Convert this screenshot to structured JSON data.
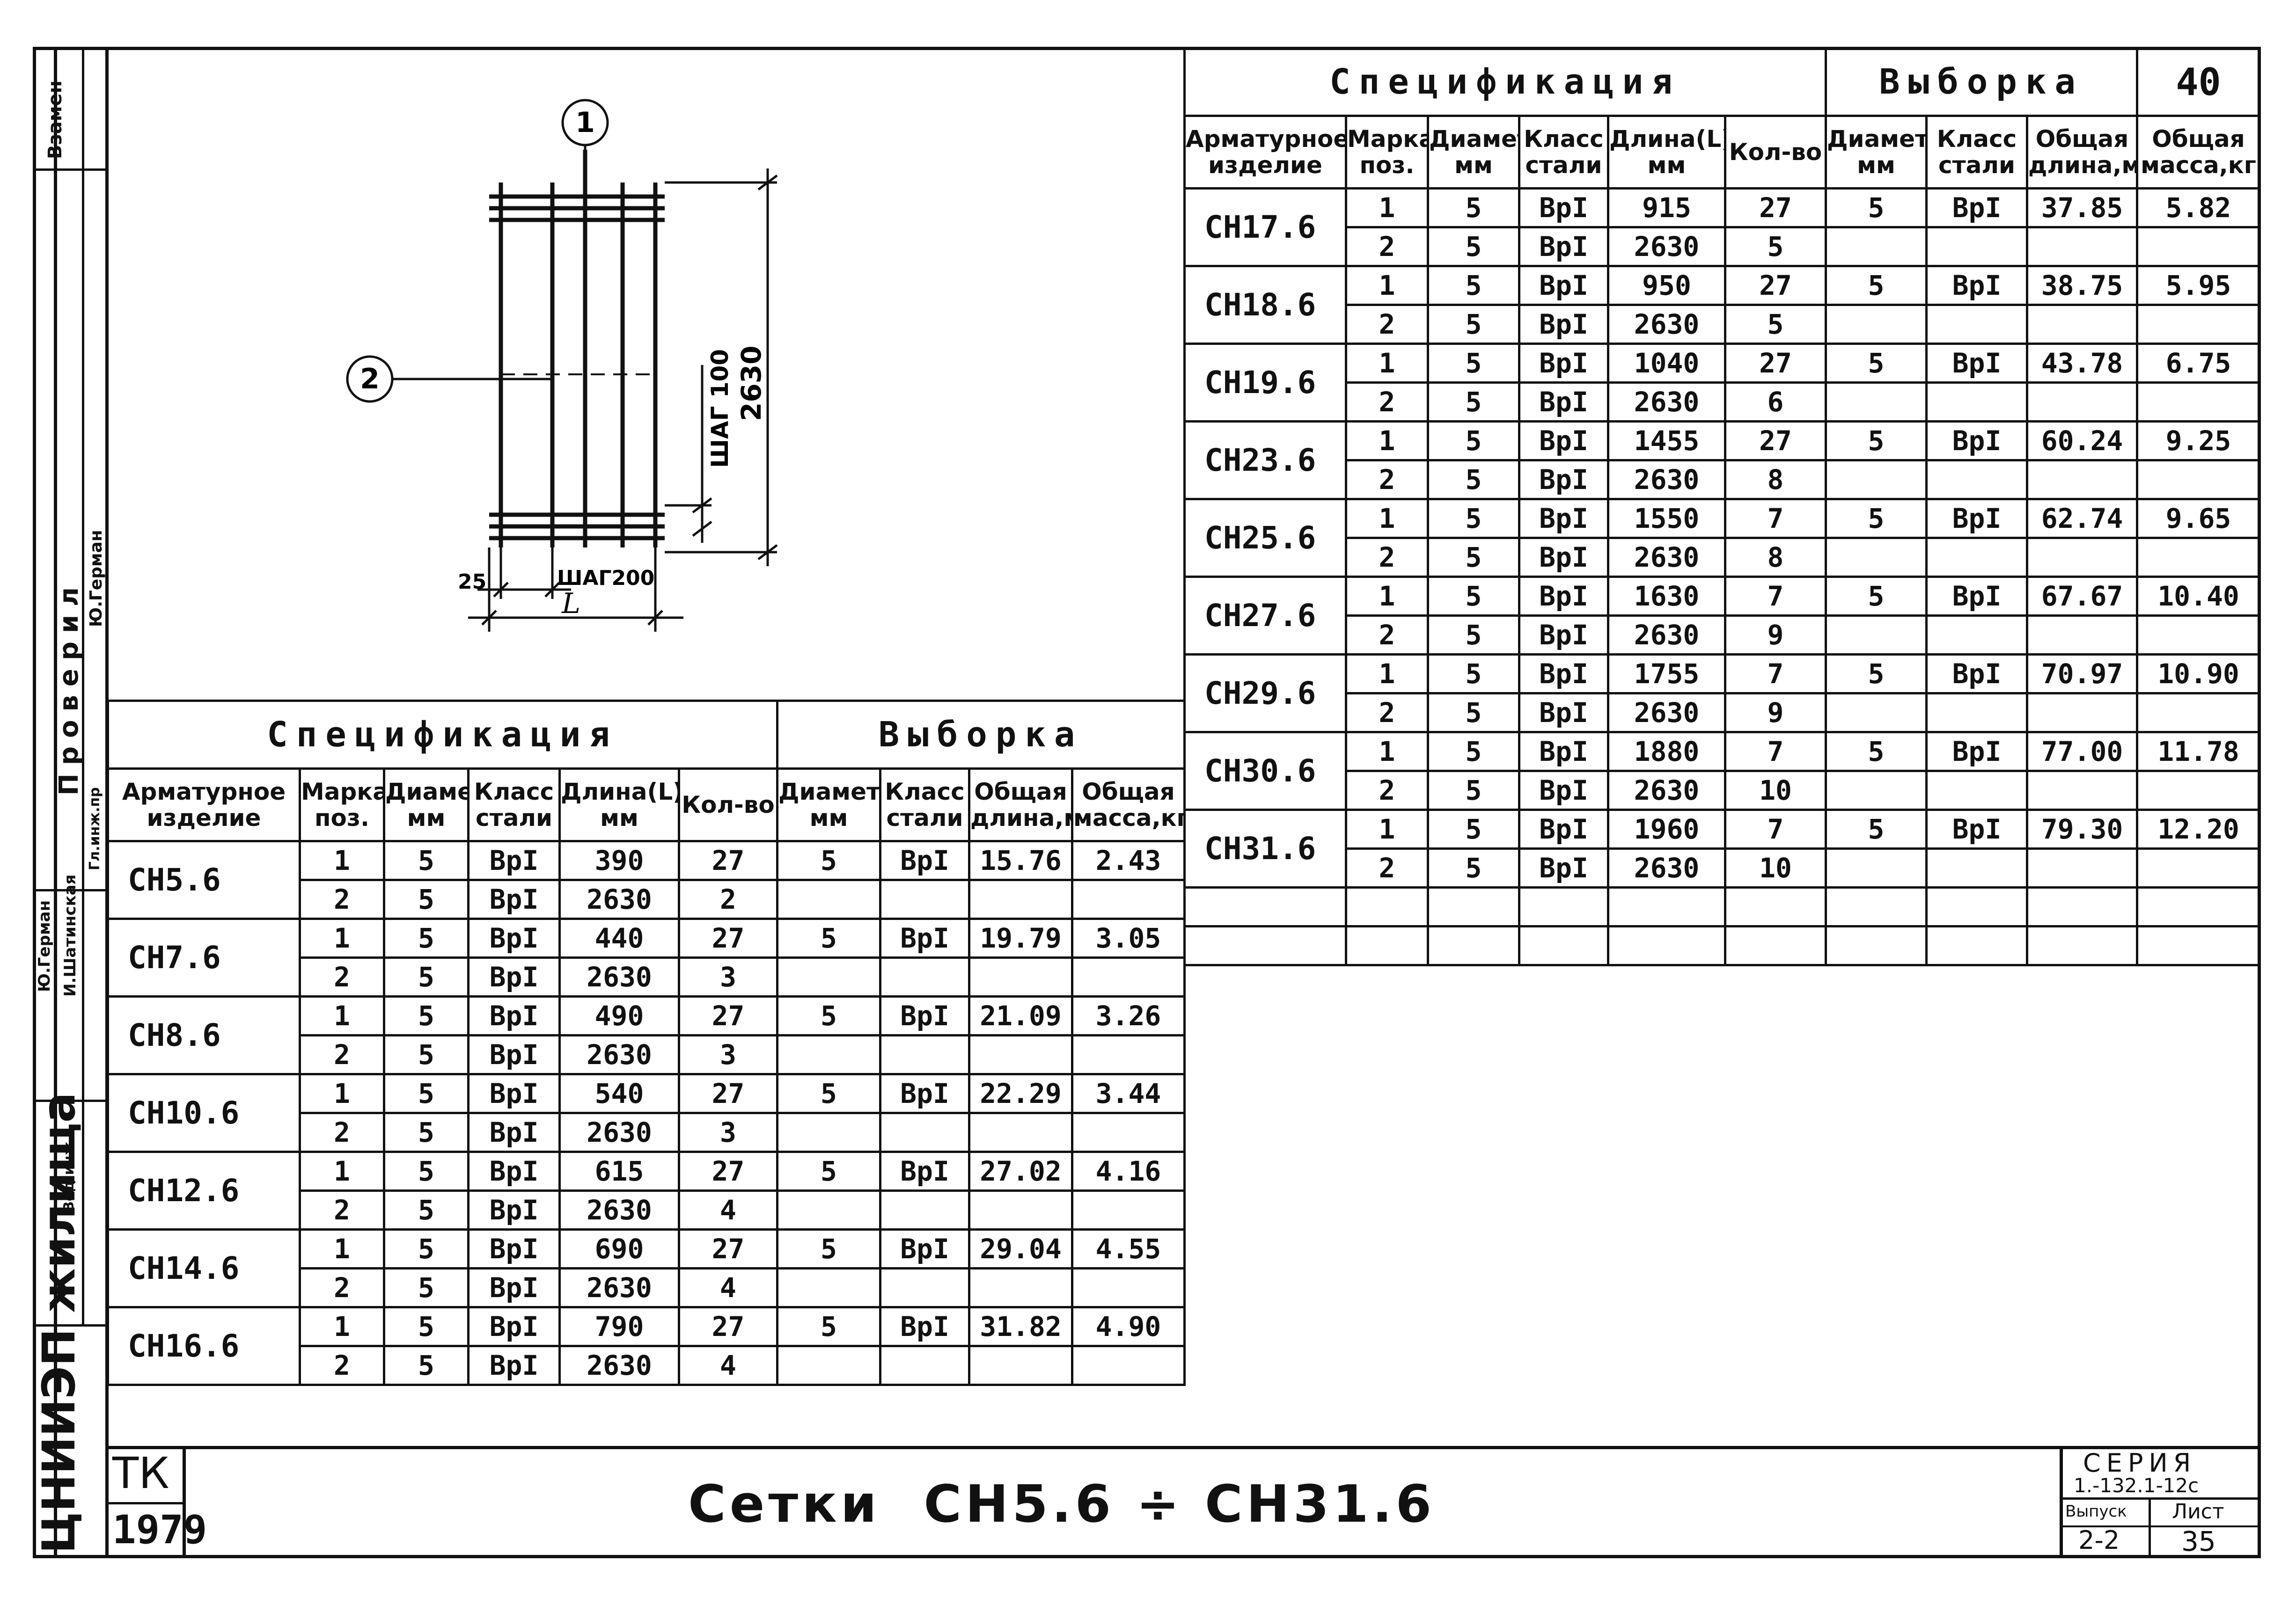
{
  "sheet_number": "40",
  "left_spec": {
    "title": "Спецификация",
    "selection_title": "Выборка",
    "headers": [
      "Арматурное изделие",
      "Марка поз.",
      "Диаметр мм",
      "Класс стали",
      "Длина(L) мм",
      "Кол-во",
      "Диаметр мм",
      "Класс стали",
      "Общая длина,м",
      "Общая масса,кг"
    ],
    "rows": [
      {
        "item": "СН5.6",
        "pos": [
          {
            "n": "1",
            "d": "5",
            "c": "ВрI",
            "l": "390",
            "q": "27"
          },
          {
            "n": "2",
            "d": "5",
            "c": "ВрI",
            "l": "2630",
            "q": "2"
          }
        ],
        "sd": "5",
        "sc": "ВрI",
        "tl": "15.76",
        "tm": "2.43"
      },
      {
        "item": "СН7.6",
        "pos": [
          {
            "n": "1",
            "d": "5",
            "c": "ВрI",
            "l": "440",
            "q": "27"
          },
          {
            "n": "2",
            "d": "5",
            "c": "ВрI",
            "l": "2630",
            "q": "3"
          }
        ],
        "sd": "5",
        "sc": "ВрI",
        "tl": "19.79",
        "tm": "3.05"
      },
      {
        "item": "СН8.6",
        "pos": [
          {
            "n": "1",
            "d": "5",
            "c": "ВрI",
            "l": "490",
            "q": "27"
          },
          {
            "n": "2",
            "d": "5",
            "c": "ВрI",
            "l": "2630",
            "q": "3"
          }
        ],
        "sd": "5",
        "sc": "ВрI",
        "tl": "21.09",
        "tm": "3.26"
      },
      {
        "item": "СН10.6",
        "pos": [
          {
            "n": "1",
            "d": "5",
            "c": "ВрI",
            "l": "540",
            "q": "27"
          },
          {
            "n": "2",
            "d": "5",
            "c": "ВрI",
            "l": "2630",
            "q": "3"
          }
        ],
        "sd": "5",
        "sc": "ВрI",
        "tl": "22.29",
        "tm": "3.44"
      },
      {
        "item": "СН12.6",
        "pos": [
          {
            "n": "1",
            "d": "5",
            "c": "ВрI",
            "l": "615",
            "q": "27"
          },
          {
            "n": "2",
            "d": "5",
            "c": "ВрI",
            "l": "2630",
            "q": "4"
          }
        ],
        "sd": "5",
        "sc": "ВрI",
        "tl": "27.02",
        "tm": "4.16"
      },
      {
        "item": "СН14.6",
        "pos": [
          {
            "n": "1",
            "d": "5",
            "c": "ВрI",
            "l": "690",
            "q": "27"
          },
          {
            "n": "2",
            "d": "5",
            "c": "ВрI",
            "l": "2630",
            "q": "4"
          }
        ],
        "sd": "5",
        "sc": "ВрI",
        "tl": "29.04",
        "tm": "4.55"
      },
      {
        "item": "СН16.6",
        "pos": [
          {
            "n": "1",
            "d": "5",
            "c": "ВрI",
            "l": "790",
            "q": "27"
          },
          {
            "n": "2",
            "d": "5",
            "c": "ВрI",
            "l": "2630",
            "q": "4"
          }
        ],
        "sd": "5",
        "sc": "ВрI",
        "tl": "31.82",
        "tm": "4.90"
      }
    ]
  },
  "right_spec": {
    "title": "Спецификация",
    "selection_title": "Выборка",
    "headers": [
      "Арматурное изделие",
      "Марка поз.",
      "Диаметр мм",
      "Класс стали",
      "Длина(L) мм",
      "Кол-во",
      "Диаметр мм",
      "Класс стали",
      "Общая длина,м",
      "Общая масса,кг"
    ],
    "rows": [
      {
        "item": "СН17.6",
        "pos": [
          {
            "n": "1",
            "d": "5",
            "c": "ВрI",
            "l": "915",
            "q": "27"
          },
          {
            "n": "2",
            "d": "5",
            "c": "ВрI",
            "l": "2630",
            "q": "5"
          }
        ],
        "sd": "5",
        "sc": "ВрI",
        "tl": "37.85",
        "tm": "5.82"
      },
      {
        "item": "СН18.6",
        "pos": [
          {
            "n": "1",
            "d": "5",
            "c": "ВрI",
            "l": "950",
            "q": "27"
          },
          {
            "n": "2",
            "d": "5",
            "c": "ВрI",
            "l": "2630",
            "q": "5"
          }
        ],
        "sd": "5",
        "sc": "ВрI",
        "tl": "38.75",
        "tm": "5.95"
      },
      {
        "item": "СН19.6",
        "pos": [
          {
            "n": "1",
            "d": "5",
            "c": "ВрI",
            "l": "1040",
            "q": "27"
          },
          {
            "n": "2",
            "d": "5",
            "c": "ВрI",
            "l": "2630",
            "q": "6"
          }
        ],
        "sd": "5",
        "sc": "ВрI",
        "tl": "43.78",
        "tm": "6.75"
      },
      {
        "item": "СН23.6",
        "pos": [
          {
            "n": "1",
            "d": "5",
            "c": "ВрI",
            "l": "1455",
            "q": "27"
          },
          {
            "n": "2",
            "d": "5",
            "c": "ВрI",
            "l": "2630",
            "q": "8"
          }
        ],
        "sd": "5",
        "sc": "ВрI",
        "tl": "60.24",
        "tm": "9.25"
      },
      {
        "item": "СН25.6",
        "pos": [
          {
            "n": "1",
            "d": "5",
            "c": "ВрI",
            "l": "1550",
            "q": "7"
          },
          {
            "n": "2",
            "d": "5",
            "c": "ВрI",
            "l": "2630",
            "q": "8"
          }
        ],
        "sd": "5",
        "sc": "ВрI",
        "tl": "62.74",
        "tm": "9.65"
      },
      {
        "item": "СН27.6",
        "pos": [
          {
            "n": "1",
            "d": "5",
            "c": "ВрI",
            "l": "1630",
            "q": "7"
          },
          {
            "n": "2",
            "d": "5",
            "c": "ВрI",
            "l": "2630",
            "q": "9"
          }
        ],
        "sd": "5",
        "sc": "ВрI",
        "tl": "67.67",
        "tm": "10.40"
      },
      {
        "item": "СН29.6",
        "pos": [
          {
            "n": "1",
            "d": "5",
            "c": "ВрI",
            "l": "1755",
            "q": "7"
          },
          {
            "n": "2",
            "d": "5",
            "c": "ВрI",
            "l": "2630",
            "q": "9"
          }
        ],
        "sd": "5",
        "sc": "ВрI",
        "tl": "70.97",
        "tm": "10.90"
      },
      {
        "item": "СН30.6",
        "pos": [
          {
            "n": "1",
            "d": "5",
            "c": "ВрI",
            "l": "1880",
            "q": "7"
          },
          {
            "n": "2",
            "d": "5",
            "c": "ВрI",
            "l": "2630",
            "q": "10"
          }
        ],
        "sd": "5",
        "sc": "ВрI",
        "tl": "77.00",
        "tm": "11.78"
      },
      {
        "item": "СН31.6",
        "pos": [
          {
            "n": "1",
            "d": "5",
            "c": "ВрI",
            "l": "1960",
            "q": "7"
          },
          {
            "n": "2",
            "d": "5",
            "c": "ВрI",
            "l": "2630",
            "q": "10"
          }
        ],
        "sd": "5",
        "sc": "ВрI",
        "tl": "79.30",
        "tm": "12.20"
      }
    ]
  },
  "drawing": {
    "callout_1": "1",
    "callout_2": "2",
    "step_vertical": "ШАГ 100",
    "height_dim": "2630",
    "offset_dim": "25",
    "step_horizontal": "ШАГ200",
    "length_label": "L"
  },
  "title_block": {
    "org": "ТК",
    "year": "1979",
    "sheet_title": "Сетки  СН5.6 ÷ СН31.6",
    "series_label": "СЕРИЯ",
    "series_value": "1.-132.1-12с",
    "issue_label": "Выпуск",
    "issue_value": "2-2",
    "sheet_label": "Лист",
    "sheet_value": "35"
  },
  "side_stamp": {
    "institute": "ЦНИИЭП жилища",
    "replace_label": "Взамен",
    "checked_label": "Проверил",
    "checker_name": "Ю.Герман",
    "gip_label": "Гл.инж.пр",
    "gip_name": "Ю.Герман",
    "lead_eng_label": "Вед.инж.",
    "lead_eng_name": "И.Шатинская"
  }
}
